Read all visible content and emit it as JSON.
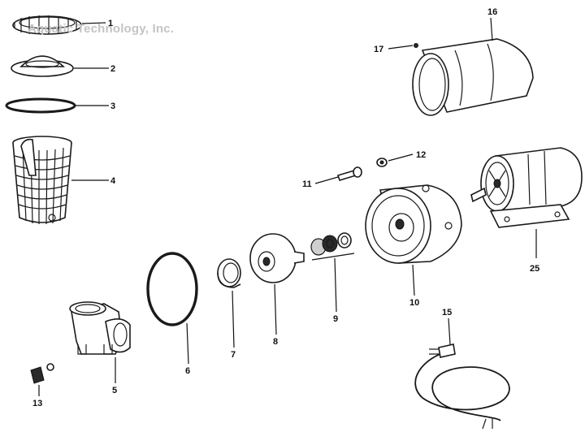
{
  "watermark": "Aquatic Technology, Inc.",
  "callouts": [
    {
      "id": "1",
      "label": "1"
    },
    {
      "id": "2",
      "label": "2"
    },
    {
      "id": "3",
      "label": "3"
    },
    {
      "id": "4",
      "label": "4"
    },
    {
      "id": "5",
      "label": "5"
    },
    {
      "id": "6",
      "label": "6"
    },
    {
      "id": "7",
      "label": "7"
    },
    {
      "id": "8",
      "label": "8"
    },
    {
      "id": "9",
      "label": "9"
    },
    {
      "id": "10",
      "label": "10"
    },
    {
      "id": "11",
      "label": "11"
    },
    {
      "id": "12",
      "label": "12"
    },
    {
      "id": "13",
      "label": "13"
    },
    {
      "id": "15",
      "label": "15"
    },
    {
      "id": "16",
      "label": "16"
    },
    {
      "id": "17",
      "label": "17"
    },
    {
      "id": "25",
      "label": "25"
    }
  ]
}
